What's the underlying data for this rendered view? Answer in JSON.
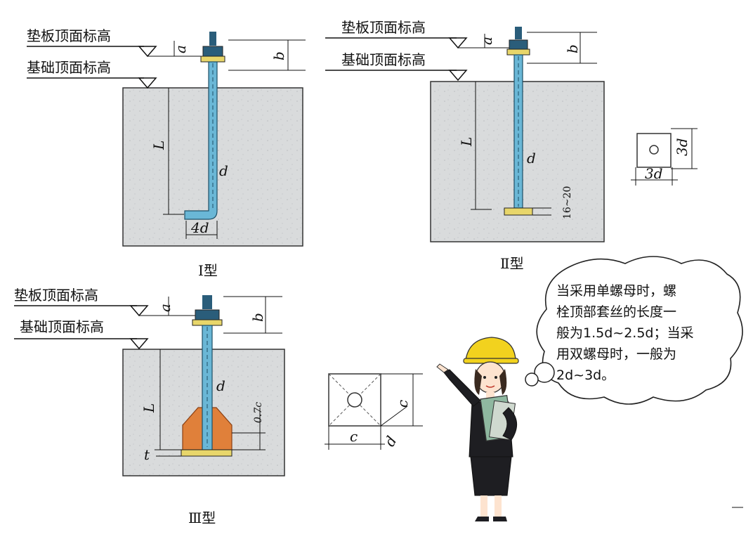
{
  "labels": {
    "pad_top_elevation": "垫板顶面标高",
    "foundation_top_elevation": "基础顶面标高"
  },
  "dims": {
    "a": "a",
    "b": "b",
    "L": "L",
    "d": "d",
    "c": "c",
    "four_d": "4d",
    "three_d": "3d",
    "range_16_20": "16~20",
    "zero_seven_c": "0.7c",
    "t": "t"
  },
  "captions": {
    "type1": "Ⅰ型",
    "type2": "Ⅱ型",
    "type3": "Ⅲ型"
  },
  "bubble": {
    "line1": "当采用单螺母时，螺",
    "line2": "栓顶部套丝的长度一",
    "line3": "般为1.5d~2.5d；当采",
    "line4": "用双螺母时，一般为",
    "line5": "2d~3d。"
  },
  "colors": {
    "concrete": "#d9dbdc",
    "bolt": "#6ab7d6",
    "nut": "#e8d66a",
    "anchor_block": "#e0803a"
  },
  "icons": {
    "elevation_marker": "elevation-triangle-icon",
    "engineer": "engineer-figure-icon"
  }
}
